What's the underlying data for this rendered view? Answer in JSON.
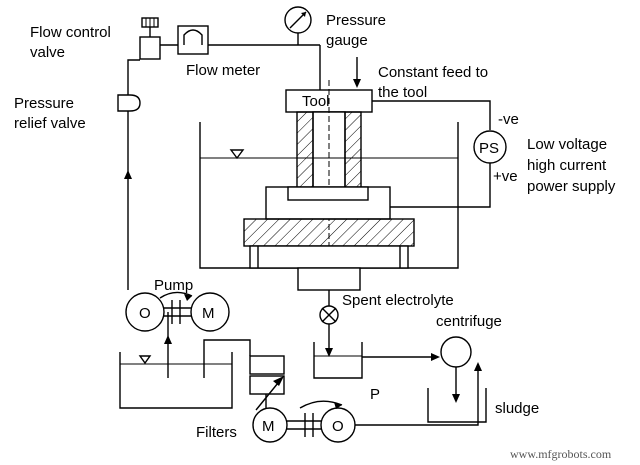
{
  "labels": {
    "flow_control_1": "Flow control",
    "flow_control_2": "valve",
    "flow_meter": "Flow meter",
    "pressure_gauge_1": "Pressure",
    "pressure_gauge_2": "gauge",
    "constant_feed_1": "Constant feed to",
    "constant_feed_2": "the tool",
    "tool": "Tool",
    "pressure_relief_1": "Pressure",
    "pressure_relief_2": "relief valve",
    "neg_terminal": "-ve",
    "pos_terminal": "+ve",
    "power_supply": "PS",
    "low_voltage_1": "Low voltage",
    "low_voltage_2": "high current",
    "low_voltage_3": "power supply",
    "pump": "Pump",
    "pump_o": "O",
    "pump_m": "M",
    "spent_electrolyte": "Spent electrolyte",
    "centrifuge": "centrifuge",
    "p_label": "P",
    "sludge": "sludge",
    "filters": "Filters",
    "pump2_m": "M",
    "pump2_o": "O",
    "watermark": "www.mfgrobots.com"
  }
}
